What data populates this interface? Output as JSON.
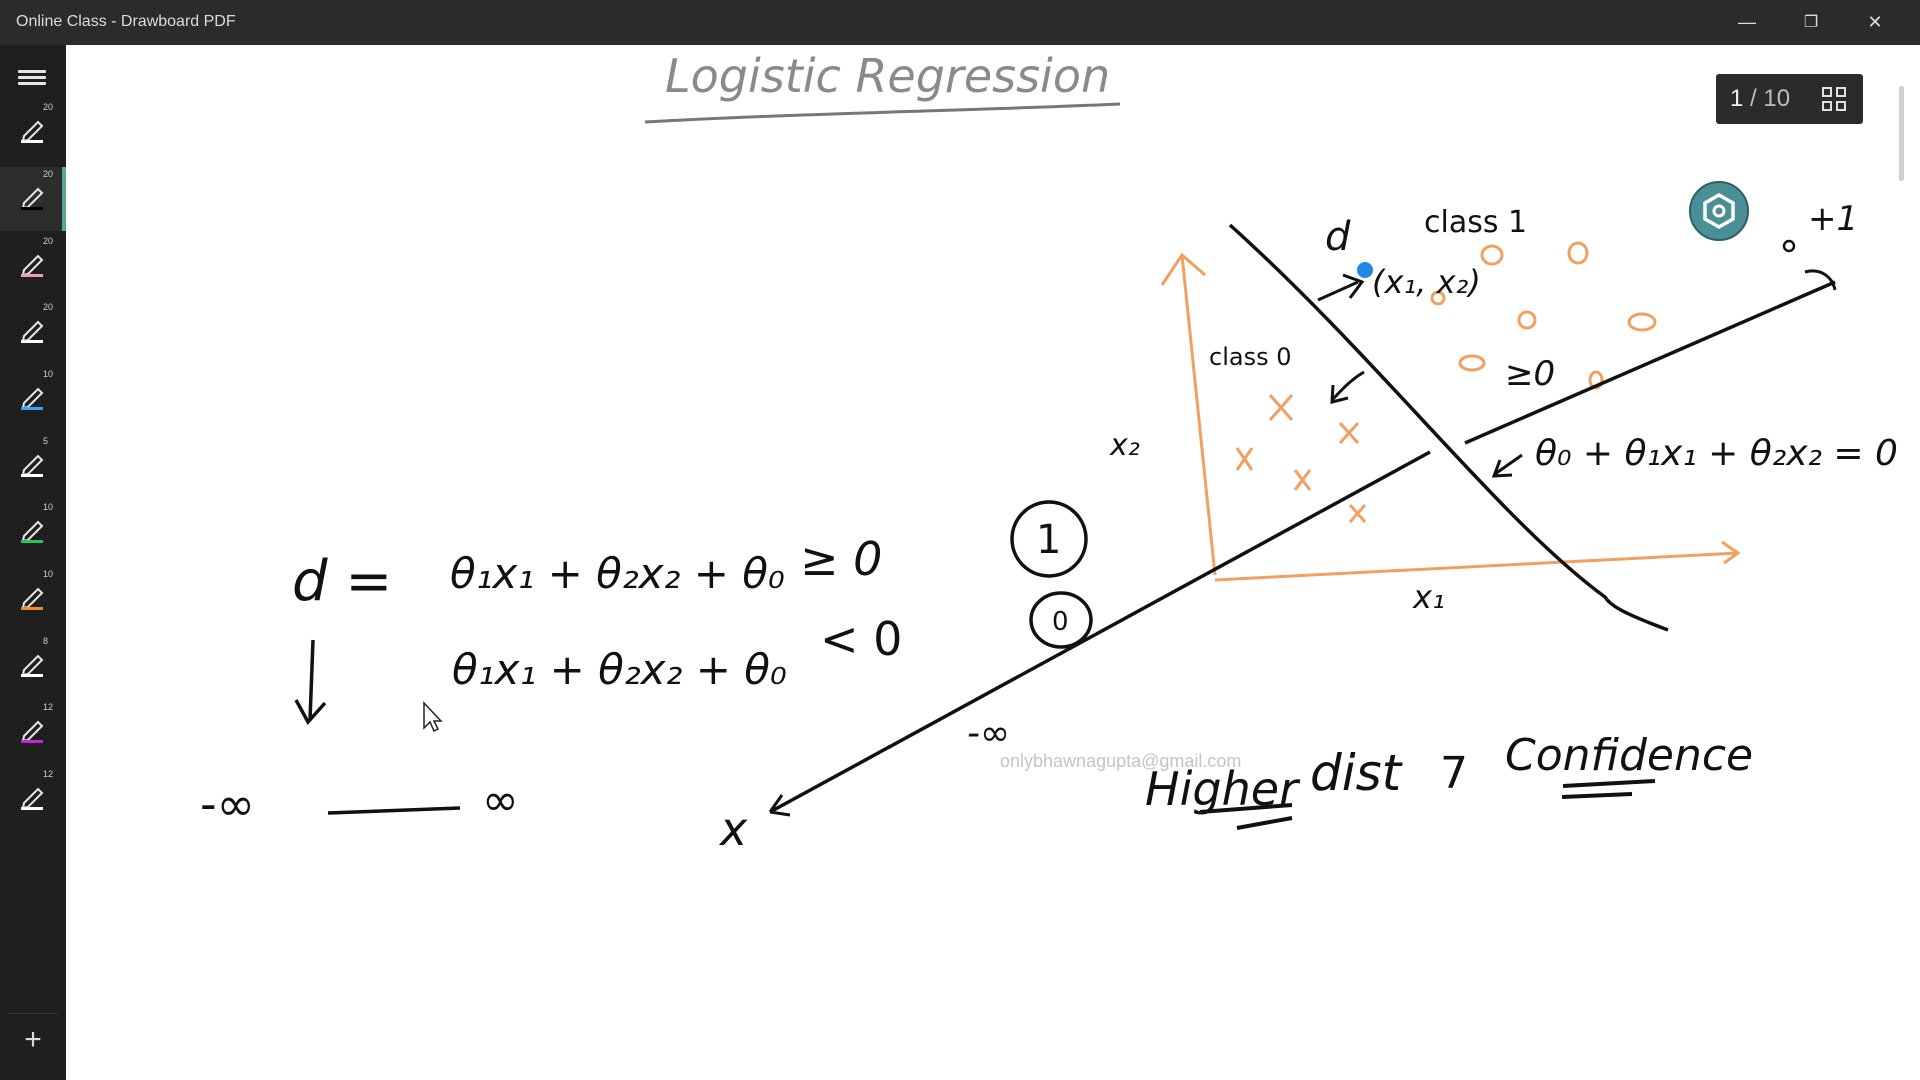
{
  "window": {
    "title": "Online Class - Drawboard PDF",
    "minimize_glyph": "—",
    "restore_glyph": "❐",
    "close_glyph": "✕"
  },
  "sidebar": {
    "pens": [
      {
        "size": "20",
        "color": "#ffffff"
      },
      {
        "size": "20",
        "color": "#000000",
        "active": true
      },
      {
        "size": "20",
        "color": "#e8a0b8"
      },
      {
        "size": "20",
        "color": "#ffffff"
      },
      {
        "size": "10",
        "color": "#2aa8ff"
      },
      {
        "size": "5",
        "color": "#ffffff"
      },
      {
        "size": "10",
        "color": "#22c55e"
      },
      {
        "size": "10",
        "color": "#f08a24"
      },
      {
        "size": "8",
        "color": "#ffffff"
      },
      {
        "size": "12",
        "color": "#c026d3"
      },
      {
        "size": "12",
        "color": "#ffffff"
      }
    ],
    "add_glyph": "+"
  },
  "pager": {
    "current": "1",
    "total": "/ 10"
  },
  "watermark": "onlybhawnagupta@gmail.com",
  "handwriting": {
    "heading": "Logistic Regression",
    "class1": "class 1",
    "class0": "class 0",
    "d": "d",
    "point": "(x₁, x₂)",
    "gt0": "≥0",
    "plus1": "+1",
    "x2": "x₂",
    "x1": "x₁",
    "boundary_eq": "θ₀ + θ₁x₁ + θ₂x₂ = 0",
    "eq1_lhs": "d =",
    "eq1": "θ₁x₁ + θ₂x₂ + θ₀",
    "eq1_rel": "≥ 0",
    "eq2": "θ₁x₁ + θ₂x₂ + θ₀",
    "eq2_rel": "< 0",
    "circle1": "1",
    "circle0": "0",
    "neg_inf_line": "-∞",
    "neg_inf": "-∞",
    "inf": "∞",
    "x_end": "x",
    "higher": "Higher",
    "dist": "dist",
    "arrow": "7",
    "confidence": "Confidence"
  }
}
